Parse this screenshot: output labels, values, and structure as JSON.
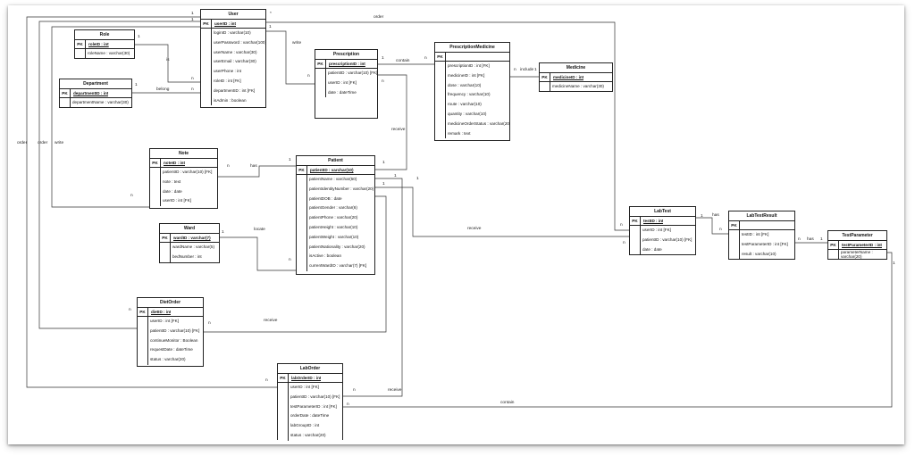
{
  "entities": {
    "user": {
      "title": "User",
      "pk": "userID : int",
      "attrs": [
        "loginID : varchar(10)",
        "userPassword : varchar(100)",
        "userName : varchar(30)",
        "userEmail : varchar(30)",
        "userPhone : int",
        "roleID : int [FK]",
        "departmentID : int [FK]",
        "isAdmin : boolean"
      ]
    },
    "role": {
      "title": "Role",
      "pk": "roleID : int",
      "attrs": [
        "roleName : varchar(30)"
      ]
    },
    "department": {
      "title": "Department",
      "pk": "departmentID : int",
      "attrs": [
        "departmentName : varchar(30)"
      ]
    },
    "prescription": {
      "title": "Prescription",
      "pk": "prescriptionID : int",
      "attrs": [
        "patientID : varchar(10) [FK]",
        "userID : int [FK]",
        "date : dateTime"
      ]
    },
    "prescriptionMedicine": {
      "title": "PrescriptionMedicine",
      "pk": "",
      "attrs": [
        "prescriptionID : int [FK]",
        "medicineID : int [FK]",
        "dose : varchar(10)",
        "frequency : varchar(10)",
        "route : varchar(10)",
        "quantity : varchar(10)",
        "medicineOrderStatus : varchar(20)",
        "remark : text"
      ]
    },
    "medicine": {
      "title": "Medicine",
      "pk": "medicineID : int",
      "attrs": [
        "medicineName : varchar(30)"
      ]
    },
    "note": {
      "title": "Note",
      "pk": "noteID : int",
      "attrs": [
        "patientID : varchar(10) [FK]",
        "note : text",
        "date : date",
        "userID : int [FK]"
      ]
    },
    "patient": {
      "title": "Patient",
      "pk": "patientID : varchar(10)",
      "attrs": [
        "patientName : varchar(50)",
        "patientIdentityNumber : varchar(20)",
        "patientDOB : date",
        "patientGender : varchar(6)",
        "patientPhone : varchar(20)",
        "patientHeight : varchar(10)",
        "patientWeight : varchar(10)",
        "patientNationality : varchar(20)",
        "isActive : boolean",
        "currentWardID : varchar(7) [FK]"
      ]
    },
    "ward": {
      "title": "Ward",
      "pk": "wardID : varchar(7)",
      "attrs": [
        "wardName : varchar(5)",
        "bedNumber : int"
      ]
    },
    "labTest": {
      "title": "LabTest",
      "pk": "testID : int",
      "attrs": [
        "userID : int [FK]",
        "patientID : varchar(10) [FK]",
        "date : date"
      ]
    },
    "labTestResult": {
      "title": "LabTestResult",
      "pk": "",
      "attrs": [
        "testID : int [FK]",
        "testParameterID : int [FK]",
        "result : varchar(10)"
      ]
    },
    "testParameter": {
      "title": "TestParameter",
      "pk": "testParameterID : int",
      "attrs": [
        "parameterName : varchar(20)"
      ]
    },
    "dietOrder": {
      "title": "DietOrder",
      "pk": "dietID : int",
      "attrs": [
        "userID : int [FK]",
        "patientID : varchar(10) [FK]",
        "continueMonitor : Boolean",
        "requestDate : dateTime",
        "status : varchar(20)"
      ]
    },
    "labOrder": {
      "title": "LabOrder",
      "pk": "labOrderID : int",
      "attrs": [
        "userID : int [FK]",
        "patientID : varchar(10) [FK]",
        "testParameterID : int [FK]",
        "orderDate : dateTime",
        "labGroupID : int",
        "status : varchar(20)"
      ]
    }
  },
  "pk_label": "PK",
  "labels": {
    "order_top": "order",
    "write_top": "write",
    "is": "is",
    "belong": "belong",
    "contain_pres": "contain",
    "include": "include",
    "one_include": "1",
    "receive_pres": "receive",
    "has_note": "has",
    "order_left": "order",
    "order_left2": "order",
    "write_left": "write",
    "locate": "locate",
    "receive_lab": "receive",
    "has_lab": "has",
    "has_param": "has",
    "receive_diet": "receive",
    "receive_laborder": "receive",
    "contain_bottom": "contain"
  },
  "cardinalities": {
    "one": "1",
    "many": "n",
    "star": "*"
  }
}
